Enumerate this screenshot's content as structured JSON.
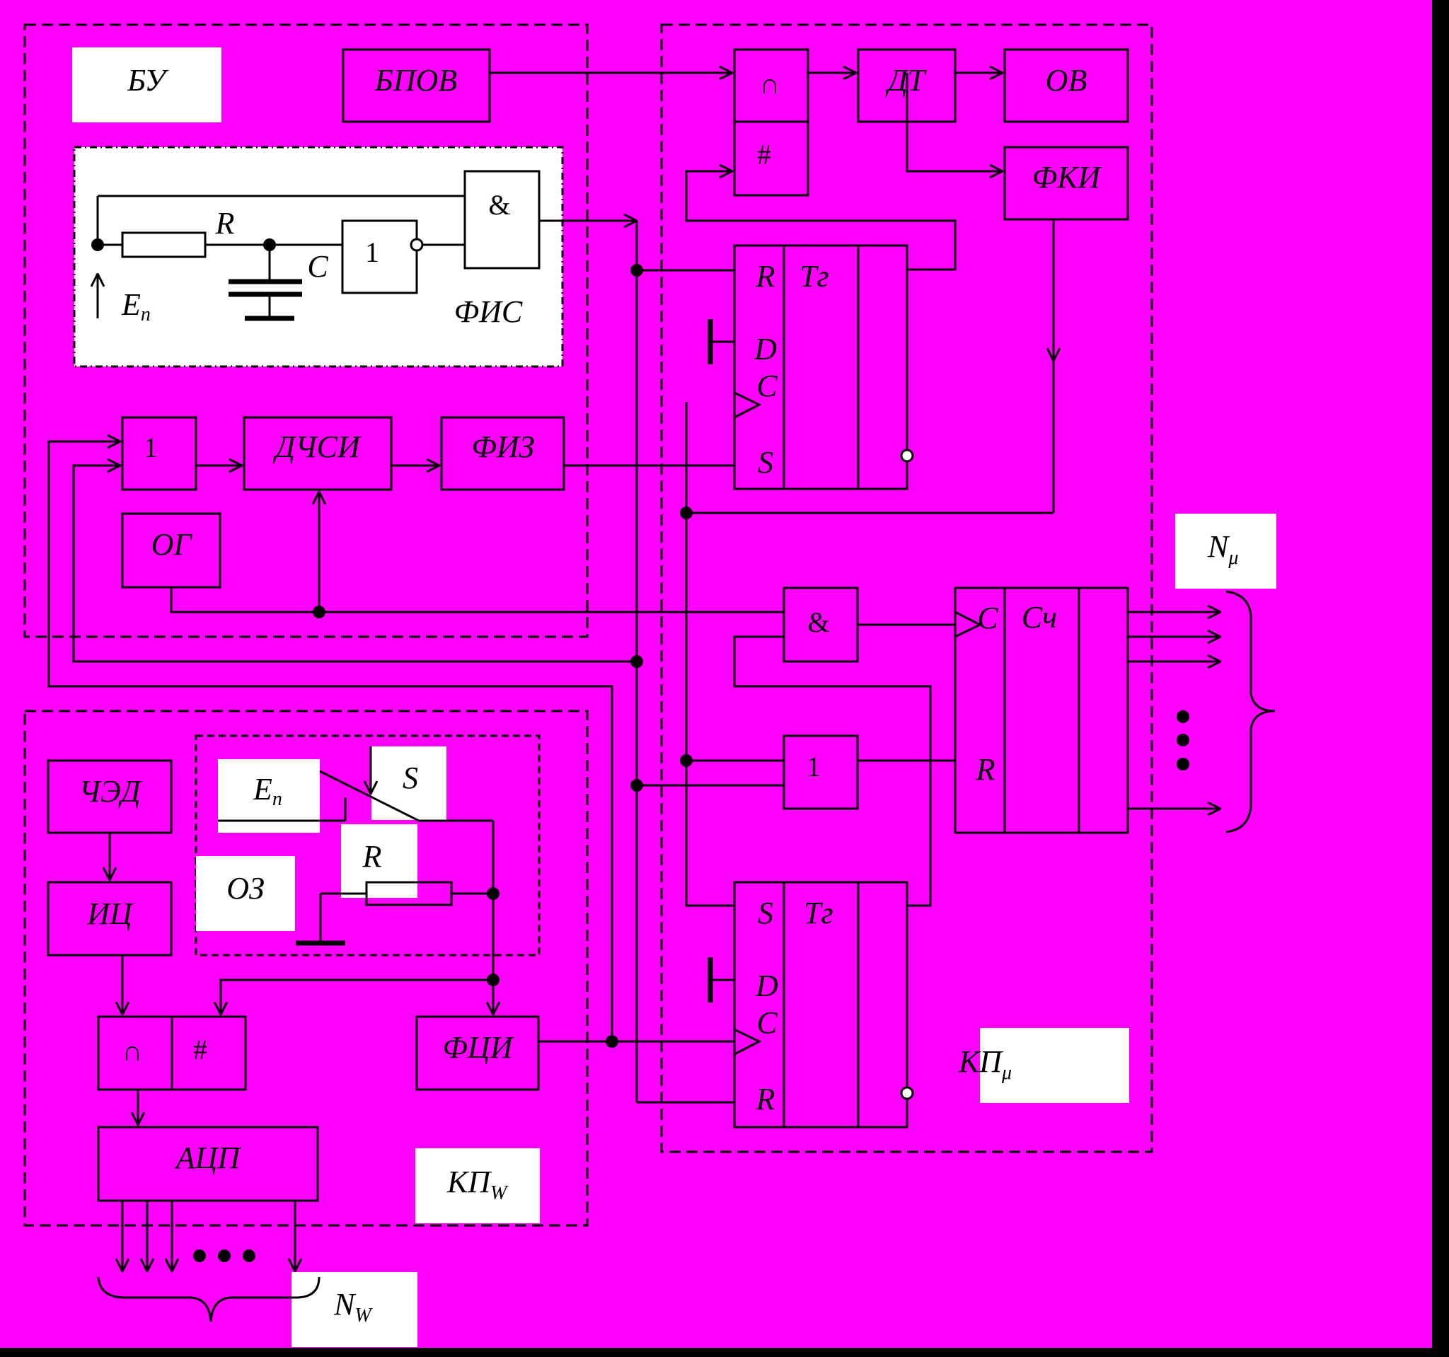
{
  "colors": {
    "background": "#ff00ff",
    "ink": "#000000",
    "label_bg": "#ffffff",
    "outer": "#000000"
  },
  "groups": {
    "bu": "БУ",
    "kpw": "КП",
    "kpw_sub": "W",
    "kpmu": "КП",
    "kpmu_sub": "μ"
  },
  "blocks": {
    "bpov": "БПОВ",
    "dt": "ДТ",
    "ov": "ОВ",
    "fki": "ФКИ",
    "fis": "ФИС",
    "or1": "1",
    "dchsi": "ДЧСИ",
    "fiz": "ФИЗ",
    "og": "ОГ",
    "and_mid": "&",
    "sch": "Сч",
    "or2": "1",
    "ched": "ЧЭД",
    "ic": "ИЦ",
    "adc": "АЦП",
    "fci": "ФЦИ",
    "and_fis": "&",
    "not_fis": "1",
    "oz": "ОЗ"
  },
  "gates": {
    "cap": "∩",
    "hash": "#"
  },
  "trigger1": {
    "name": "Тг",
    "R": "R",
    "D": "D",
    "C": "C",
    "S": "S"
  },
  "trigger2": {
    "name": "Тг",
    "S": "S",
    "D": "D",
    "C": "C",
    "R": "R"
  },
  "counter": {
    "C": "C",
    "R": "R"
  },
  "fis_labels": {
    "R": "R",
    "C": "C",
    "E": "E",
    "E_sub": "п"
  },
  "oz_labels": {
    "E": "E",
    "E_sub": "п",
    "S": "S",
    "R": "R"
  },
  "outputs": {
    "n_mu": "N",
    "n_mu_sub": "μ",
    "n_w": "N",
    "n_w_sub": "W"
  }
}
